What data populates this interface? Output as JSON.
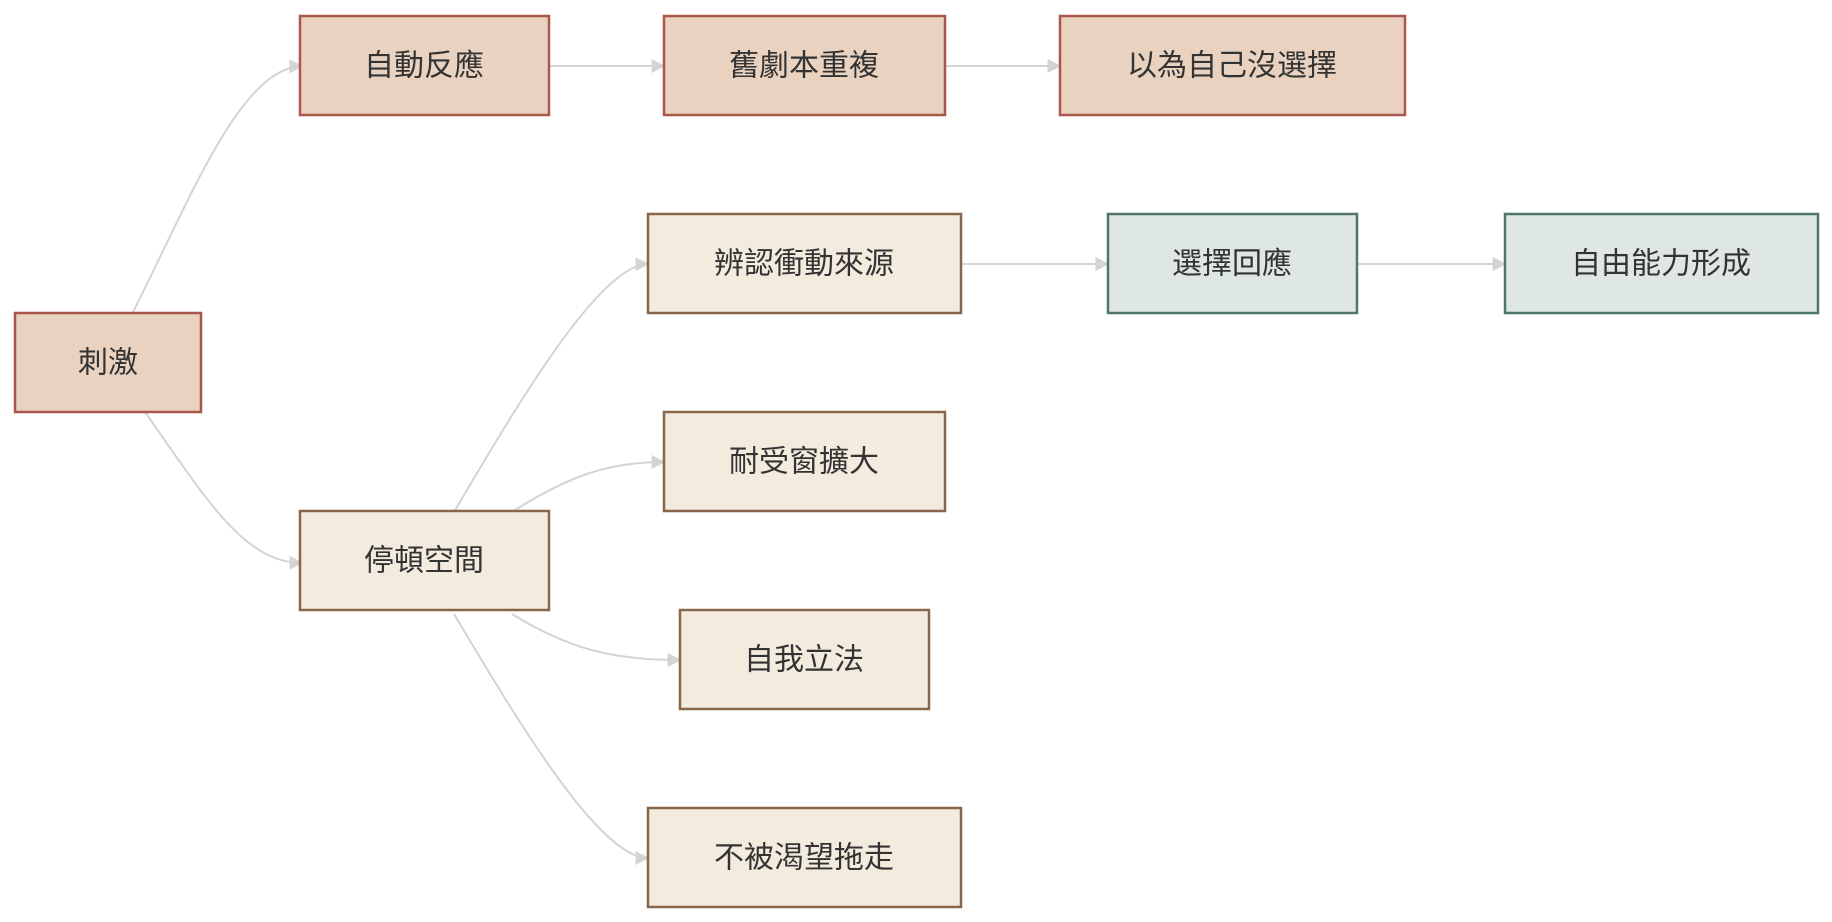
{
  "colors": {
    "warm_fill": "#e9d3c0",
    "warm_stroke": "#a9574a",
    "cream_fill": "#f4ebdf",
    "cream_stroke": "#87664b",
    "teal_fill": "#dfe7e3",
    "teal_stroke": "#4f7766",
    "edge": "#d4d4d4",
    "text": "#333333"
  },
  "nodes": {
    "stimulus": {
      "label": "刺激",
      "style": "warm"
    },
    "auto_reaction": {
      "label": "自動反應",
      "style": "warm"
    },
    "old_script": {
      "label": "舊劇本重複",
      "style": "warm"
    },
    "no_choice": {
      "label": "以為自己沒選擇",
      "style": "warm"
    },
    "pause_space": {
      "label": "停頓空間",
      "style": "cream"
    },
    "identify_source": {
      "label": "辨認衝動來源",
      "style": "cream"
    },
    "tolerance": {
      "label": "耐受窗擴大",
      "style": "cream"
    },
    "self_legislate": {
      "label": "自我立法",
      "style": "cream"
    },
    "not_dragged": {
      "label": "不被渴望拖走",
      "style": "cream"
    },
    "choose_response": {
      "label": "選擇回應",
      "style": "teal"
    },
    "freedom": {
      "label": "自由能力形成",
      "style": "teal"
    }
  },
  "edges": [
    {
      "from": "stimulus",
      "to": "auto_reaction"
    },
    {
      "from": "auto_reaction",
      "to": "old_script"
    },
    {
      "from": "old_script",
      "to": "no_choice"
    },
    {
      "from": "stimulus",
      "to": "pause_space"
    },
    {
      "from": "pause_space",
      "to": "identify_source"
    },
    {
      "from": "pause_space",
      "to": "tolerance"
    },
    {
      "from": "pause_space",
      "to": "self_legislate"
    },
    {
      "from": "pause_space",
      "to": "not_dragged"
    },
    {
      "from": "identify_source",
      "to": "choose_response"
    },
    {
      "from": "choose_response",
      "to": "freedom"
    }
  ]
}
